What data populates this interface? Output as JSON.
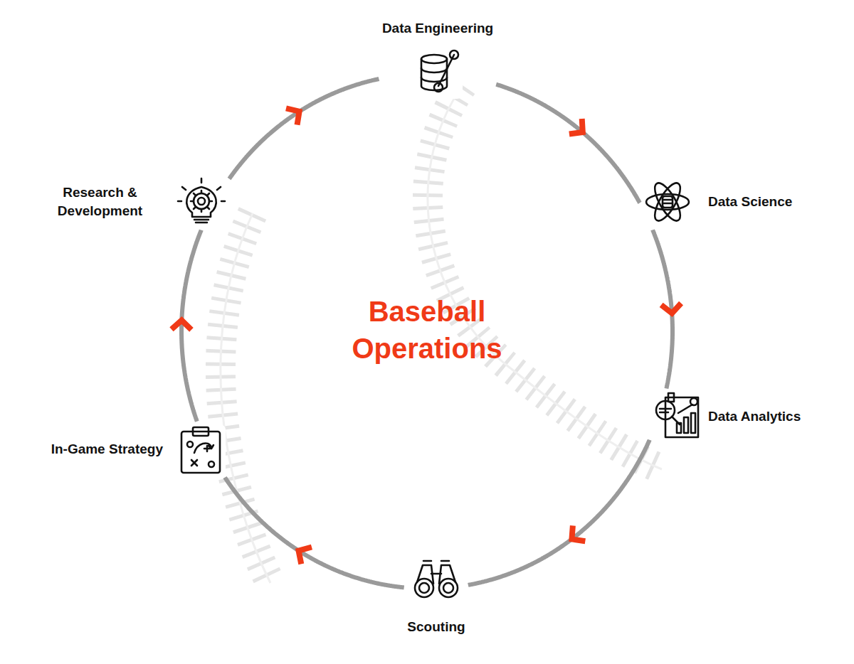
{
  "diagram": {
    "title": "Baseball Operations",
    "nodes": [
      {
        "text": [
          "Data Engineering"
        ]
      },
      {
        "text": [
          "Data Science"
        ]
      },
      {
        "text": [
          "Data Analytics"
        ]
      },
      {
        "text": [
          "Scouting"
        ]
      },
      {
        "text": [
          "In-Game Strategy"
        ]
      },
      {
        "text": [
          "Research & Development"
        ]
      }
    ],
    "edges": [
      {
        "from": 0,
        "to": 1,
        "arrow": "to"
      },
      {
        "from": 1,
        "to": 2,
        "arrow": "to"
      },
      {
        "from": 2,
        "to": 3,
        "arrow": "to"
      },
      {
        "from": 3,
        "to": 4,
        "arrow": "to"
      },
      {
        "from": 4,
        "to": 5,
        "arrow": "to"
      },
      {
        "from": 5,
        "to": 0,
        "arrow": "to"
      }
    ]
  }
}
